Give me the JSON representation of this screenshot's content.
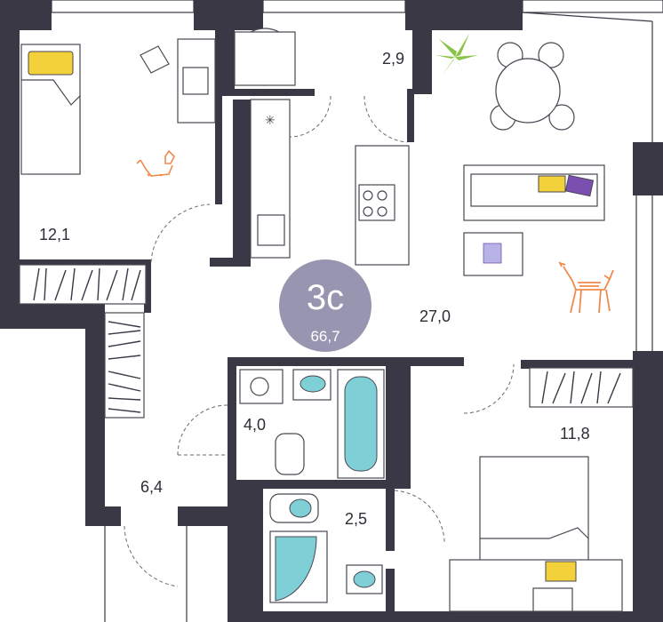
{
  "badge": {
    "type": "3с",
    "area": "66,7",
    "color": "#9795b0"
  },
  "rooms": {
    "bedroom_1": "12,1",
    "pantry": "2,9",
    "living_kitchen": "27,0",
    "bathroom": "4,0",
    "hall": "6,4",
    "wc": "2,5",
    "bedroom_2": "11,8"
  },
  "colors": {
    "wall": "#3a3844",
    "cat": "#f08a4b",
    "dog": "#f08a4b",
    "pillow_yellow": "#f2d13a",
    "pillow_purple": "#7a4fb0",
    "plant": "#8bc34a",
    "water": "#7ecfd6"
  }
}
